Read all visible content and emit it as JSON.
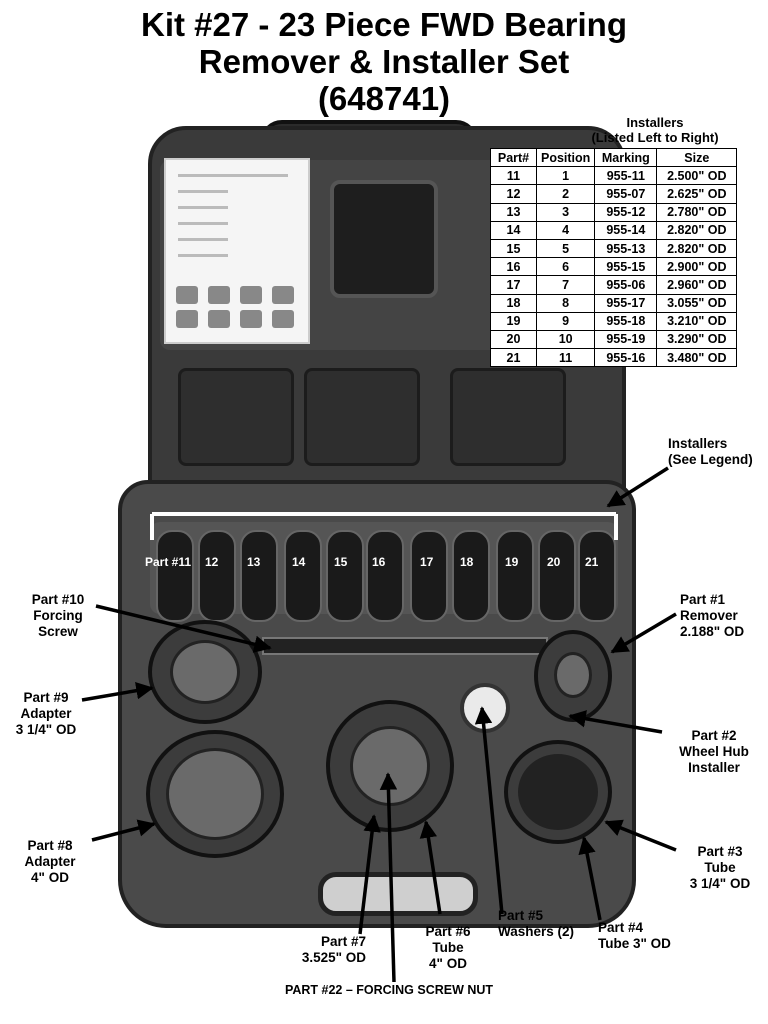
{
  "title": {
    "line1": "Kit #27 - 23 Piece FWD Bearing",
    "line2": "Remover & Installer Set",
    "line3": "(648741)"
  },
  "installers_table": {
    "heading_line1": "Installers",
    "heading_line2": "(Listed Left to Right)",
    "columns": [
      "Part#",
      "Position",
      "Marking",
      "Size"
    ],
    "rows": [
      [
        "11",
        "1",
        "955-11",
        "2.500\" OD"
      ],
      [
        "12",
        "2",
        "955-07",
        "2.625\" OD"
      ],
      [
        "13",
        "3",
        "955-12",
        "2.780\" OD"
      ],
      [
        "14",
        "4",
        "955-14",
        "2.820\" OD"
      ],
      [
        "15",
        "5",
        "955-13",
        "2.820\" OD"
      ],
      [
        "16",
        "6",
        "955-15",
        "2.900\" OD"
      ],
      [
        "17",
        "7",
        "955-06",
        "2.960\" OD"
      ],
      [
        "18",
        "8",
        "955-17",
        "3.055\" OD"
      ],
      [
        "19",
        "9",
        "955-18",
        "3.210\" OD"
      ],
      [
        "20",
        "10",
        "955-19",
        "3.290\" OD"
      ],
      [
        "21",
        "11",
        "955-16",
        "3.480\" OD"
      ]
    ]
  },
  "installer_positions": [
    "Part #11",
    "12",
    "13",
    "14",
    "15",
    "16",
    "17",
    "18",
    "19",
    "20",
    "21"
  ],
  "callouts": {
    "installers": {
      "line1": "Installers",
      "line2": "(See Legend)"
    },
    "part10": {
      "line1": "Part #10",
      "line2": "Forcing",
      "line3": "Screw"
    },
    "part9": {
      "line1": "Part #9",
      "line2": "Adapter",
      "line3": "3 1/4\" OD"
    },
    "part8": {
      "line1": "Part #8",
      "line2": "Adapter",
      "line3": "4\" OD"
    },
    "part1": {
      "line1": "Part #1",
      "line2": "Remover",
      "line3": "2.188\" OD"
    },
    "part2": {
      "line1": "Part #2",
      "line2": "Wheel Hub",
      "line3": "Installer"
    },
    "part3": {
      "line1": "Part #3",
      "line2": "Tube",
      "line3": "3 1/4\" OD"
    },
    "part4": {
      "line1": "Part #4",
      "line2": "Tube 3\" OD"
    },
    "part5": {
      "line1": "Part #5",
      "line2": "Washers (2)"
    },
    "part6": {
      "line1": "Part #6",
      "line2": "Tube",
      "line3": "4\" OD"
    },
    "part7": {
      "line1": "Part #7",
      "line2": "3.525\" OD"
    },
    "part22": "PART #22 – FORCING SCREW NUT"
  }
}
